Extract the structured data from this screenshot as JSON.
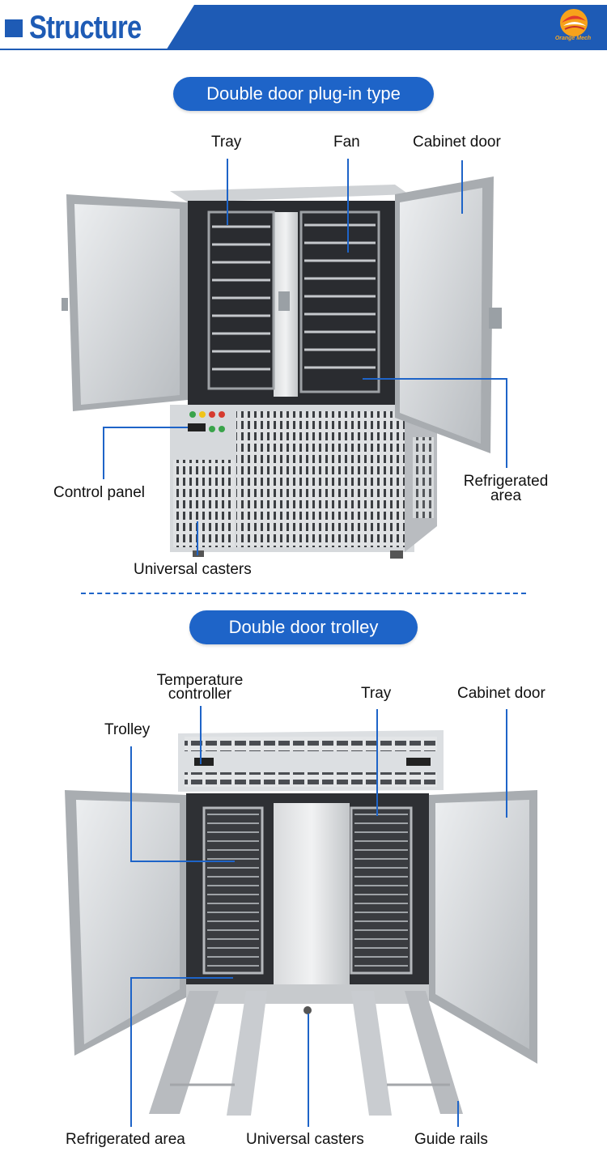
{
  "header": {
    "title": "Structure",
    "logo_text": "Orange Mech",
    "accent_color": "#1e5bb5"
  },
  "section1": {
    "pill": "Double door plug-in type",
    "labels": {
      "tray": "Tray",
      "fan": "Fan",
      "cabinet_door": "Cabinet door",
      "control_panel": "Control panel",
      "refrigerated_area_1": "Refrigerated",
      "refrigerated_area_2": "area",
      "universal_casters": "Universal casters"
    }
  },
  "section2": {
    "pill": "Double door trolley",
    "labels": {
      "temperature_controller_1": "Temperature",
      "temperature_controller_2": "controller",
      "tray": "Tray",
      "cabinet_door": "Cabinet door",
      "trolley": "Trolley",
      "refrigerated_area": "Refrigerated area",
      "universal_casters": "Universal casters",
      "guide_rails": "Guide rails"
    }
  },
  "colors": {
    "callout_line": "#1e64c8",
    "steel_light": "#e4e6e8",
    "steel_mid": "#c6c9cc",
    "steel_dark": "#8e9296"
  }
}
